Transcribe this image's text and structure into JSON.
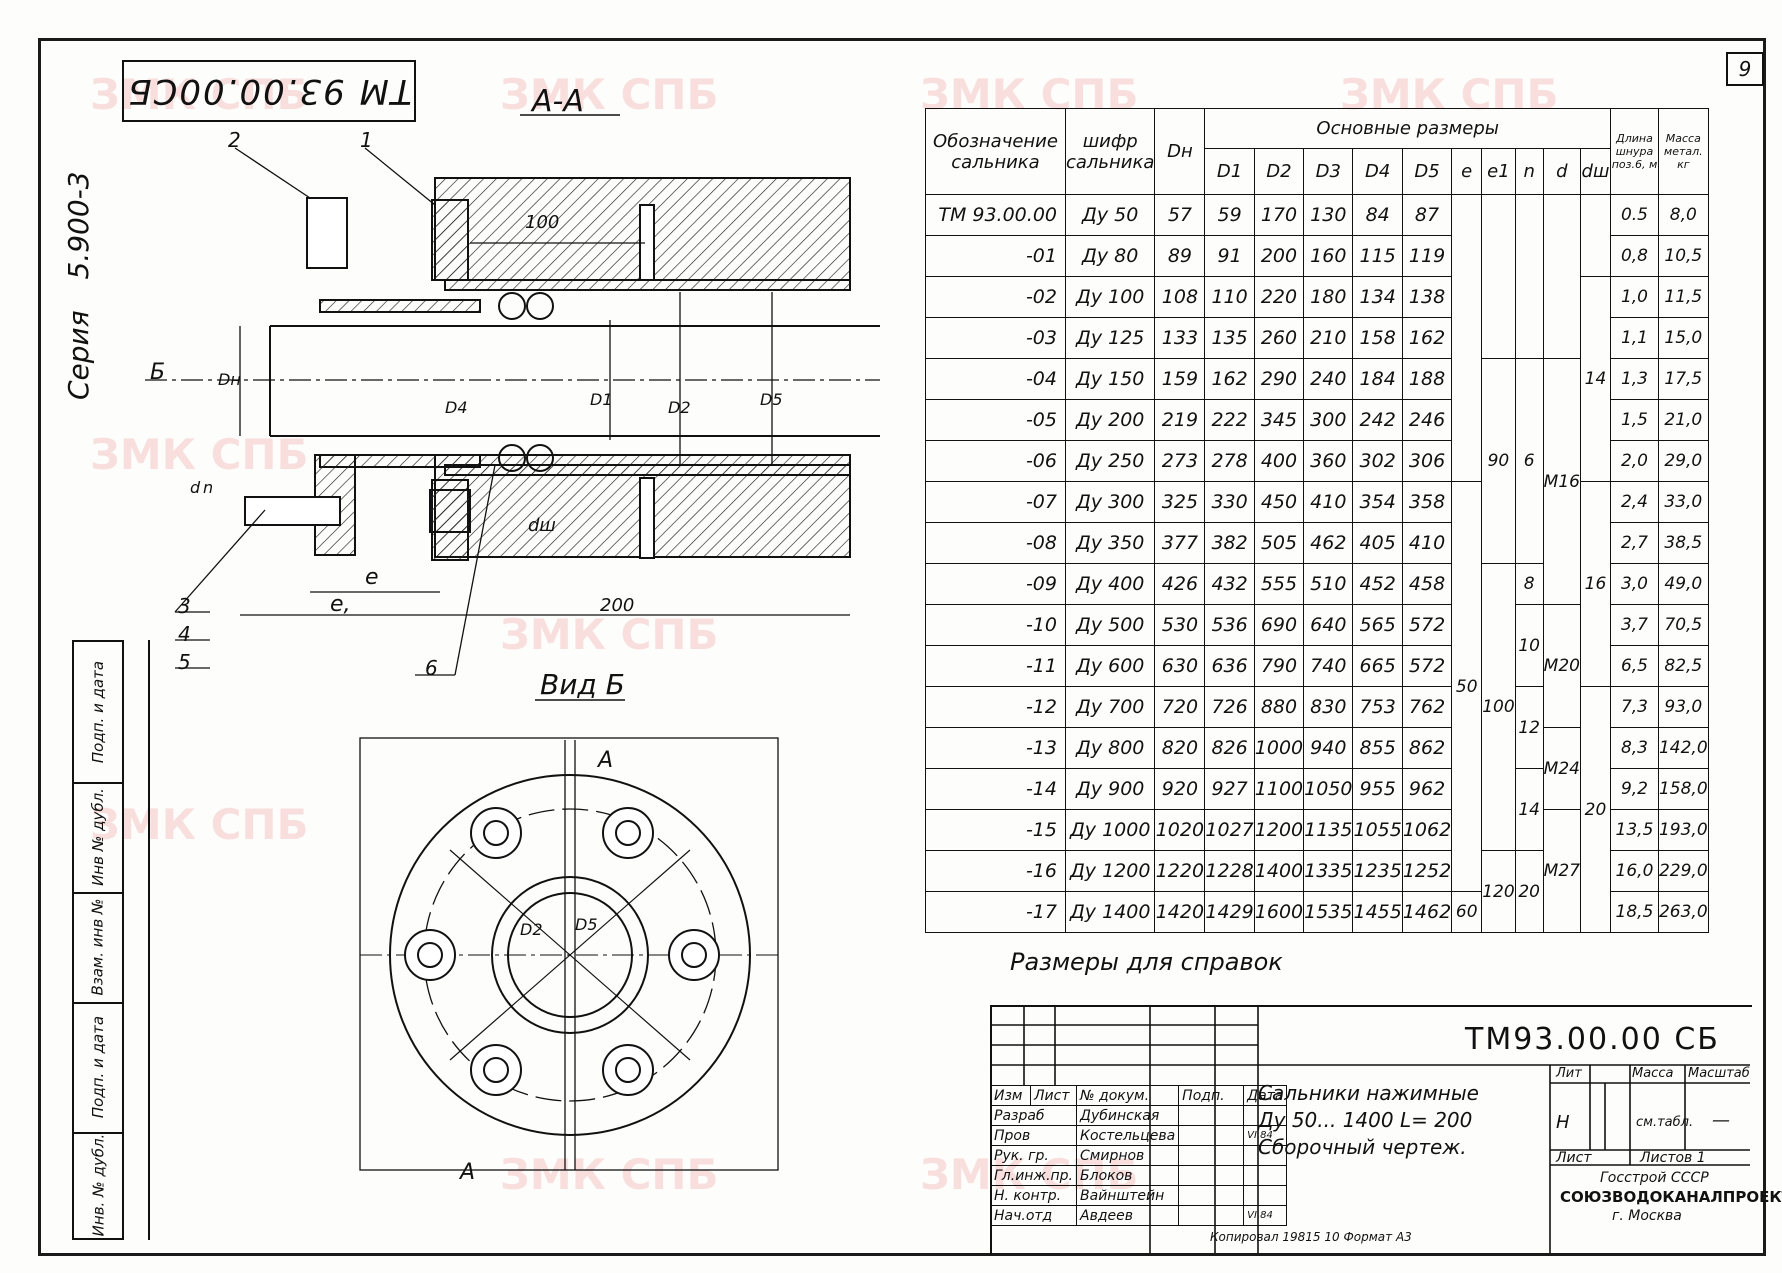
{
  "sheet_number": "9",
  "doc_code_rotated": "ТМ 93.00.00СБ",
  "series": {
    "label": "Серия",
    "value": "5.900-3"
  },
  "watermark": "ЗМК СПБ",
  "section_label": "А-А",
  "view_label": "Вид Б",
  "dims": {
    "len100": "100",
    "len200": "200",
    "e": "e",
    "e1": "e,",
    "dn": "Dн",
    "d4": "D4",
    "d1": "D1",
    "d2": "D2",
    "d5": "D5",
    "dsh": "dш",
    "d": "d",
    "n": "n",
    "b_arrow": "Б",
    "a_top": "A",
    "a_bottom": "A",
    "view_d2": "D2",
    "view_d5": "D5"
  },
  "callouts": [
    "1",
    "2",
    "3",
    "4",
    "5",
    "6"
  ],
  "left_strip": [
    "Инв. № дубл.",
    "Подп. и дата",
    "Взам. инв №",
    "Инв № дубл.",
    "Подп. и дата"
  ],
  "table": {
    "h_designation": "Обозначение сальника",
    "h_code": "шифр сальника",
    "h_dn": "Dн",
    "h_main": "Основные размеры",
    "h_cols": [
      "D1",
      "D2",
      "D3",
      "D4",
      "D5",
      "e",
      "e1",
      "n",
      "d",
      "dш"
    ],
    "h_length": "Длина шнура поз.6, м",
    "h_mass": "Масса метал. кг",
    "rows": [
      [
        "ТМ 93.00.00",
        "Ду 50",
        "57",
        "59",
        "170",
        "130",
        "84",
        "87",
        "0.5",
        "8,0"
      ],
      [
        "-01",
        "Ду 80",
        "89",
        "91",
        "200",
        "160",
        "115",
        "119",
        "0,8",
        "10,5"
      ],
      [
        "-02",
        "Ду 100",
        "108",
        "110",
        "220",
        "180",
        "134",
        "138",
        "1,0",
        "11,5"
      ],
      [
        "-03",
        "Ду 125",
        "133",
        "135",
        "260",
        "210",
        "158",
        "162",
        "1,1",
        "15,0"
      ],
      [
        "-04",
        "Ду 150",
        "159",
        "162",
        "290",
        "240",
        "184",
        "188",
        "1,3",
        "17,5"
      ],
      [
        "-05",
        "Ду 200",
        "219",
        "222",
        "345",
        "300",
        "242",
        "246",
        "1,5",
        "21,0"
      ],
      [
        "-06",
        "Ду 250",
        "273",
        "278",
        "400",
        "360",
        "302",
        "306",
        "2,0",
        "29,0"
      ],
      [
        "-07",
        "Ду 300",
        "325",
        "330",
        "450",
        "410",
        "354",
        "358",
        "2,4",
        "33,0"
      ],
      [
        "-08",
        "Ду 350",
        "377",
        "382",
        "505",
        "462",
        "405",
        "410",
        "2,7",
        "38,5"
      ],
      [
        "-09",
        "Ду 400",
        "426",
        "432",
        "555",
        "510",
        "452",
        "458",
        "3,0",
        "49,0"
      ],
      [
        "-10",
        "Ду 500",
        "530",
        "536",
        "690",
        "640",
        "565",
        "572",
        "3,7",
        "70,5"
      ],
      [
        "-11",
        "Ду 600",
        "630",
        "636",
        "790",
        "740",
        "665",
        "572",
        "6,5",
        "82,5"
      ],
      [
        "-12",
        "Ду 700",
        "720",
        "726",
        "880",
        "830",
        "753",
        "762",
        "7,3",
        "93,0"
      ],
      [
        "-13",
        "Ду 800",
        "820",
        "826",
        "1000",
        "940",
        "855",
        "862",
        "8,3",
        "142,0"
      ],
      [
        "-14",
        "Ду 900",
        "920",
        "927",
        "1100",
        "1050",
        "955",
        "962",
        "9,2",
        "158,0"
      ],
      [
        "-15",
        "Ду 1000",
        "1020",
        "1027",
        "1200",
        "1135",
        "1055",
        "1062",
        "13,5",
        "193,0"
      ],
      [
        "-16",
        "Ду 1200",
        "1220",
        "1228",
        "1400",
        "1335",
        "1235",
        "1252",
        "16,0",
        "229,0"
      ],
      [
        "-17",
        "Ду 1400",
        "1420",
        "1429",
        "1600",
        "1535",
        "1455",
        "1462",
        "18,5",
        "263,0"
      ]
    ],
    "merged": {
      "e_50": "50",
      "e_60": "60",
      "e1_90": "90",
      "e1_100": "100",
      "e1_120": "120",
      "n_6": "6",
      "n_8": "8",
      "n_10": "10",
      "n_12": "12",
      "n_14": "14",
      "n_20": "20",
      "d_m16": "М16",
      "d_m20": "М20",
      "d_m24": "М24",
      "d_m27": "М27",
      "dsh_14": "14",
      "dsh_16": "16",
      "dsh_20": "20"
    }
  },
  "reference_note": "Размеры для справок",
  "title_block": {
    "doc_code": "ТМ93.00.00 СБ",
    "title_line1": "Сальники нажимные",
    "title_line2": "Ду 50... 1400 L= 200",
    "title_line3": "Сборочный чертеж.",
    "lit_label": "Лит",
    "mass_label": "Масса",
    "scale_label": "Масштаб",
    "lit_value": "Н",
    "mass_value": "см.табл.",
    "scale_value": "—",
    "sheet_label": "Лист",
    "sheets_label": "Листов 1",
    "org1": "Госстрой СССР",
    "org2": "СОЮЗВОДОКАНАЛПРОЕКТ",
    "org3": "г. Москва",
    "sig_header": [
      "Изм",
      "Лист",
      "№ докум.",
      "Подп.",
      "Дата"
    ],
    "sig_rows": [
      [
        "Разраб",
        "Дубинская"
      ],
      [
        "Пров",
        "Костельцева"
      ],
      [
        "Рук. гр.",
        "Смирнов"
      ],
      [
        "Гл.инж.пр.",
        "Блоков"
      ],
      [
        "Н. контр.",
        "Вайнштейн"
      ],
      [
        "Нач.отд",
        "Авдеев"
      ]
    ],
    "date1": "VI.84",
    "date2": "VI.84",
    "footer": "Копировал   19815   10   Формат А3"
  }
}
